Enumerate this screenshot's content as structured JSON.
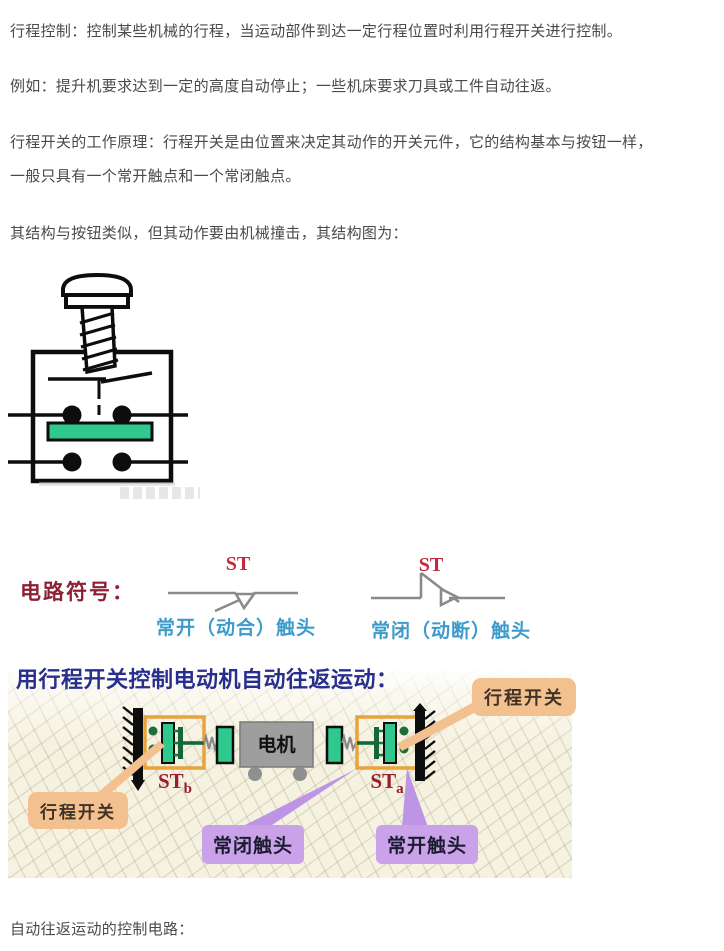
{
  "document": {
    "lines": [
      "行程控制：控制某些机械的行程，当运动部件到达一定行程位置时利用行程开关进行控制。",
      "例如：提升机要求达到一定的高度自动停止；一些机床要求刀具或工件自动往返。",
      "行程开关的工作原理：行程开关是由位置来决定其动作的开关元件，它的结构基本与按钮一样，",
      "一般只具有一个常开触点和一个常闭触点。",
      "其结构与按钮类似，但其动作要由机械撞击，其结构图为："
    ],
    "bottom_caption": "自动往返运动的控制电路："
  },
  "slide": {
    "symbols": {
      "heading": "电路符号：",
      "no_contact": {
        "tag": "ST",
        "caption": "常开（动合）触头"
      },
      "nc_contact": {
        "tag": "ST",
        "caption": "常闭（动断）触头"
      }
    },
    "title": "用行程开关控制电动机自动往返运动：",
    "machine": {
      "motor_label": "电机",
      "left_switch": {
        "base": "ST",
        "sub": "b"
      },
      "right_switch": {
        "base": "ST",
        "sub": "a"
      }
    },
    "callouts": {
      "top_right": "行程开关",
      "bottom_left": "行程开关",
      "nc": "常闭触头",
      "no": "常开触头"
    }
  },
  "colors": {
    "text_gray": "#4a4a4a",
    "heading_dark_red": "#8c2136",
    "st_red": "#c22a3c",
    "caption_blue": "#3d9bcb",
    "title_navy": "#272e8d",
    "switch_label_red": "#9b1b30",
    "callout_orange": "#f3c18f",
    "callout_purple": "#c9a2ea",
    "contact_green": "#2fc98e",
    "dark_green": "#1e6e38",
    "motor_gray": "#9e9e9e",
    "slide_cream": "#f6f2e1"
  }
}
